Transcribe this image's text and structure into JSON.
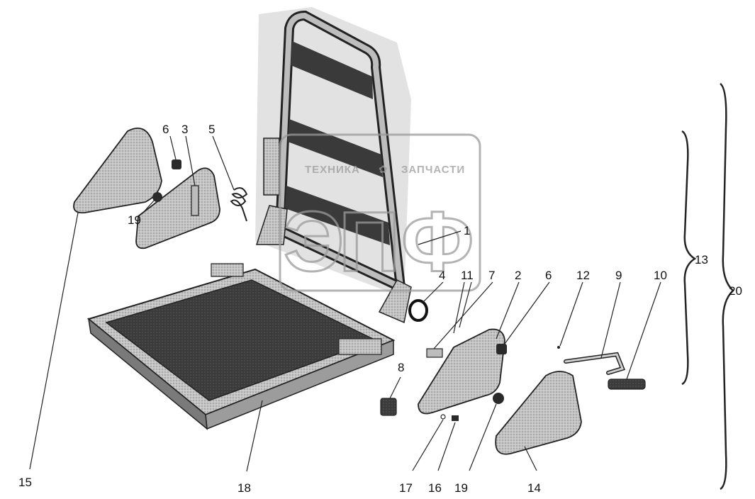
{
  "watermark": {
    "line1_left": "ТЕХНИКА",
    "line1_right": "ЗАПЧАСТИ",
    "big_letters": [
      "Э",
      "П",
      "Ф"
    ]
  },
  "callouts": [
    {
      "id": "c1",
      "label": "1"
    },
    {
      "id": "c2",
      "label": "2"
    },
    {
      "id": "c3",
      "label": "3"
    },
    {
      "id": "c4",
      "label": "4"
    },
    {
      "id": "c5",
      "label": "5"
    },
    {
      "id": "c6a",
      "label": "6"
    },
    {
      "id": "c6b",
      "label": "6"
    },
    {
      "id": "c7",
      "label": "7"
    },
    {
      "id": "c8",
      "label": "8"
    },
    {
      "id": "c9",
      "label": "9"
    },
    {
      "id": "c10",
      "label": "10"
    },
    {
      "id": "c11",
      "label": "11"
    },
    {
      "id": "c12",
      "label": "12"
    },
    {
      "id": "c13",
      "label": "13"
    },
    {
      "id": "c14",
      "label": "14"
    },
    {
      "id": "c15",
      "label": "15"
    },
    {
      "id": "c16",
      "label": "16"
    },
    {
      "id": "c17",
      "label": "17"
    },
    {
      "id": "c18",
      "label": "18"
    },
    {
      "id": "c19a",
      "label": "19"
    },
    {
      "id": "c19b",
      "label": "19"
    },
    {
      "id": "c20",
      "label": "20"
    }
  ],
  "colors": {
    "part_fill": "#bdbdbd",
    "part_dark": "#3a3a3a",
    "outline": "#222222",
    "watermark": "#a8a8a8"
  }
}
